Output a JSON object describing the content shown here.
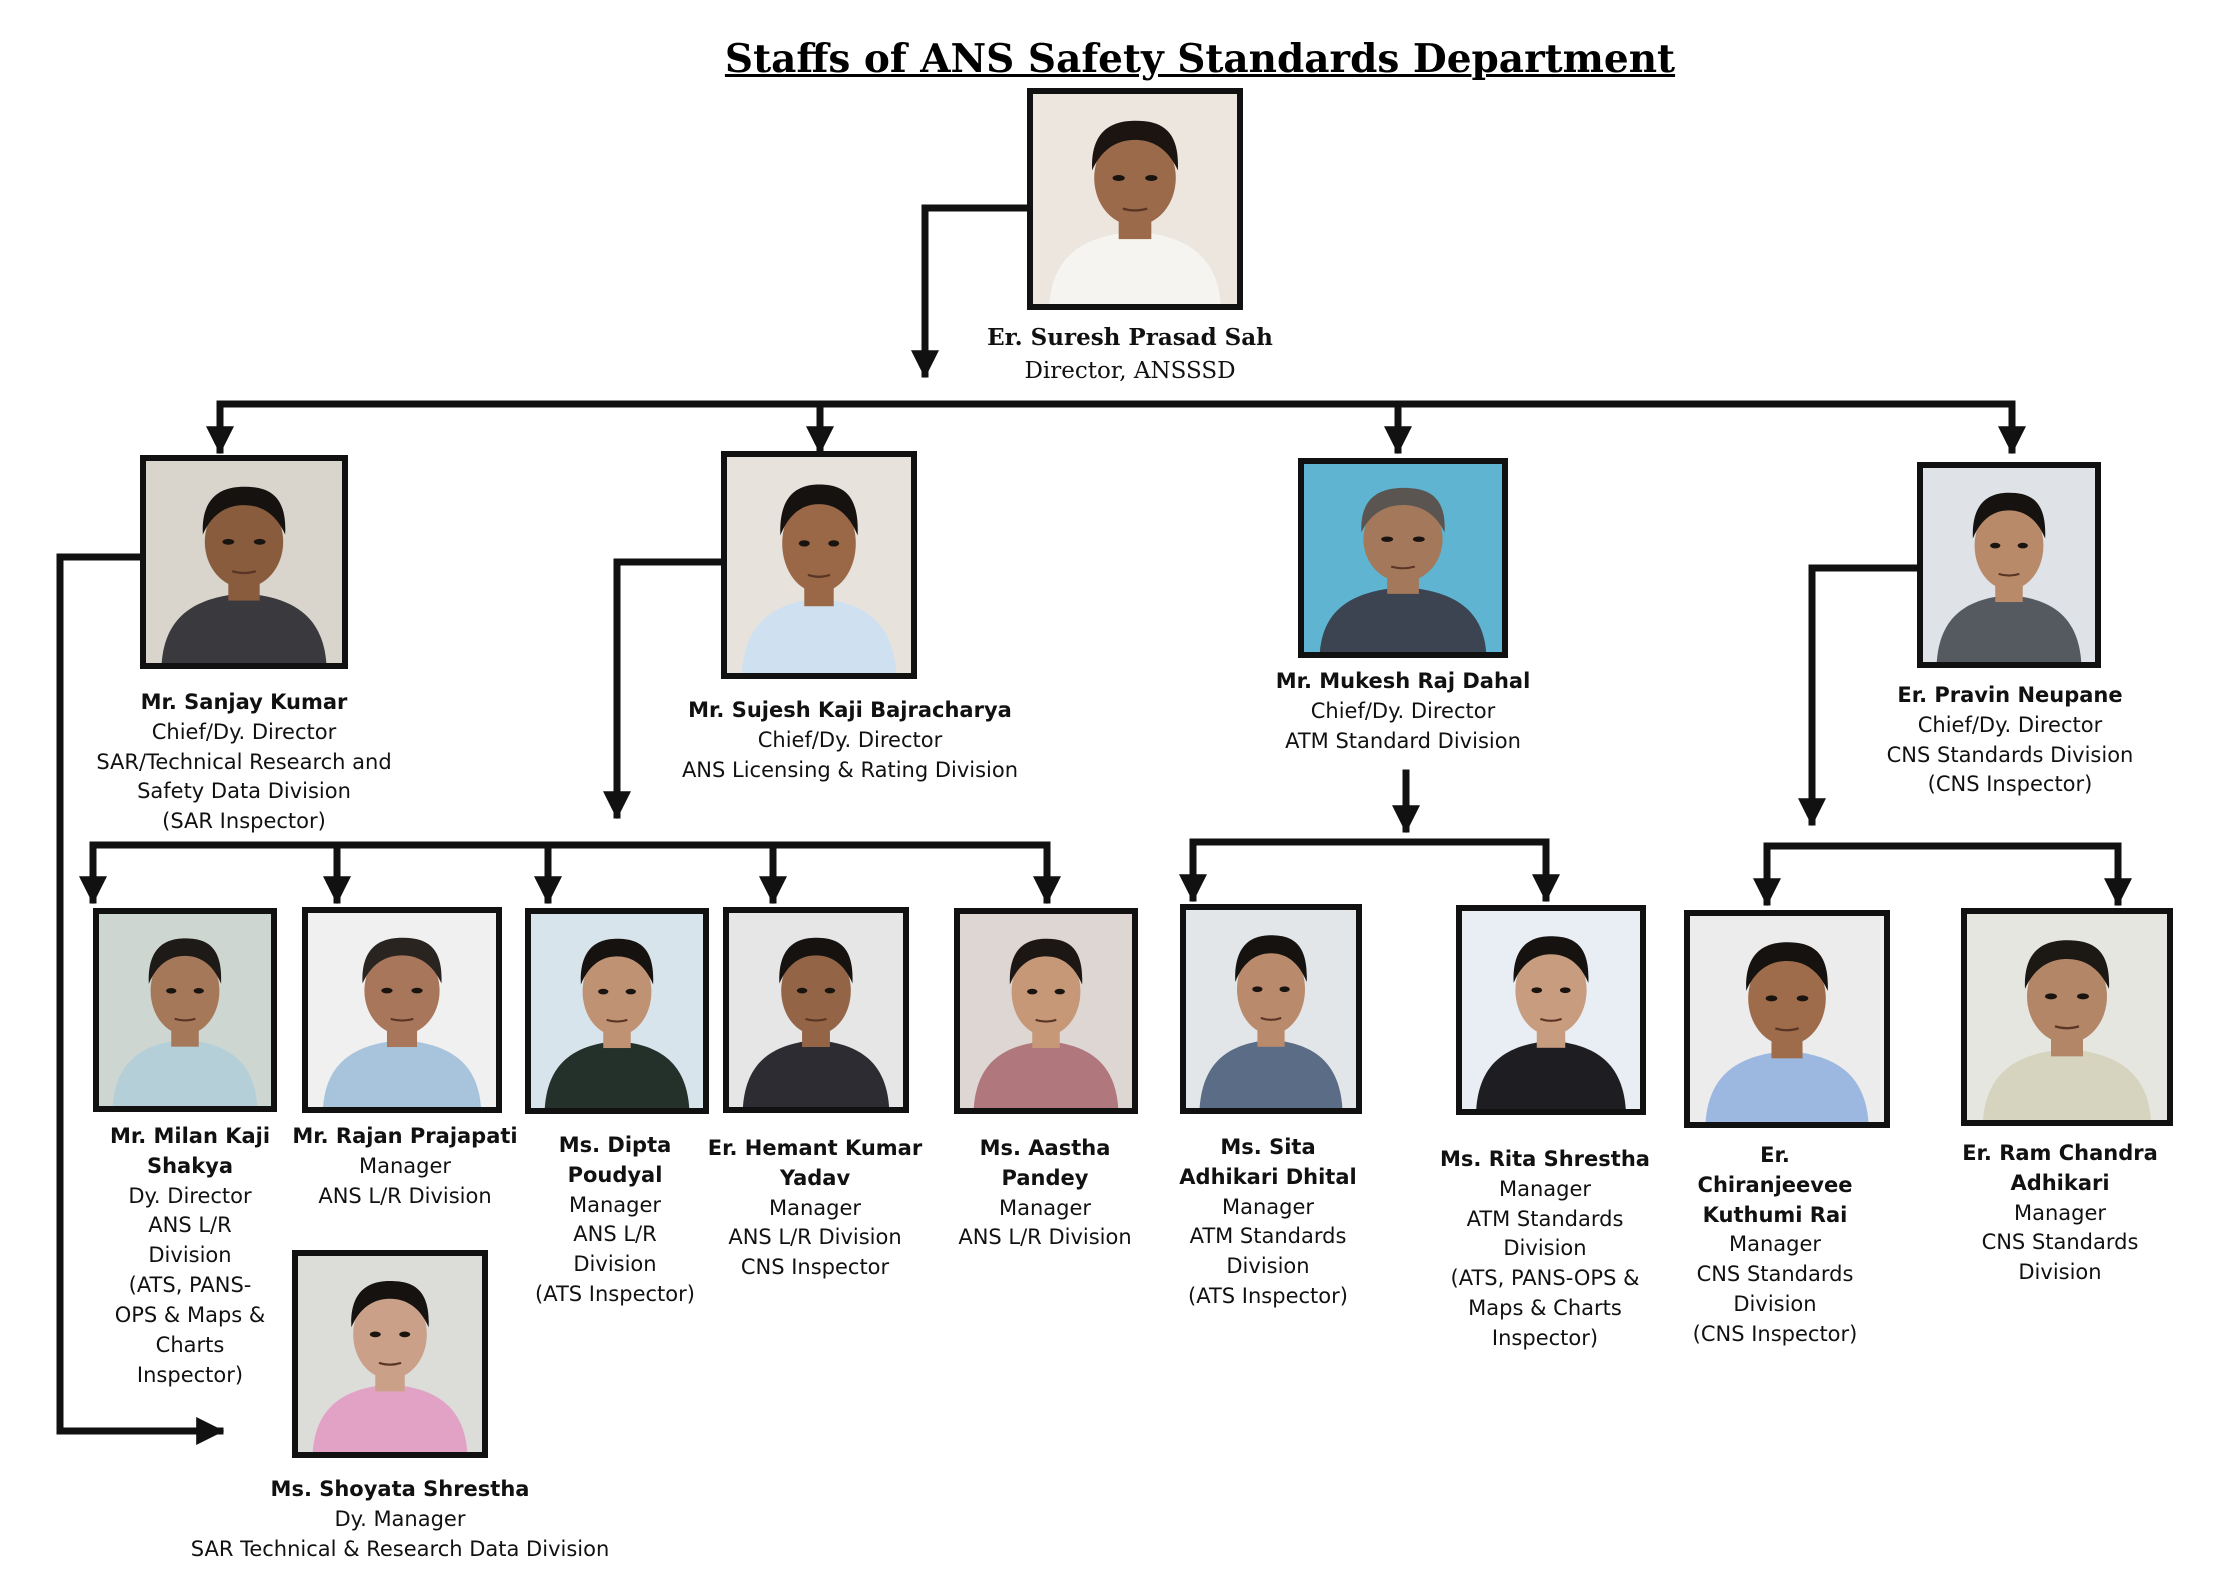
{
  "title": "Staffs of ANS Safety Standards Department",
  "people": [
    {
      "id": "director",
      "name": "Er. Suresh Prasad Sah",
      "lines": [
        "Director, ANSSSD"
      ],
      "bg": "#ece6df",
      "shirt": "#f6f4f0",
      "skin": "#9a6a4a",
      "hair": "#1c1410"
    },
    {
      "id": "sanjay-kumar",
      "name": "Mr. Sanjay Kumar",
      "lines": [
        "Chief/Dy. Director",
        "SAR/Technical Research and",
        "Safety Data Division",
        "(SAR Inspector)"
      ],
      "bg": "#d9d4cc",
      "shirt": "#3a3a3e",
      "skin": "#8a5c3e",
      "hair": "#151210"
    },
    {
      "id": "sujesh-kaji",
      "name": "Mr. Sujesh Kaji Bajracharya",
      "lines": [
        "Chief/Dy. Director",
        "ANS Licensing & Rating Division"
      ],
      "bg": "#e7e3dc",
      "shirt": "#cfe1f0",
      "skin": "#9a6846",
      "hair": "#161210"
    },
    {
      "id": "mukesh-raj",
      "name": "Mr. Mukesh Raj Dahal",
      "lines": [
        "Chief/Dy. Director",
        "ATM Standard Division"
      ],
      "bg": "#5fb4d2",
      "shirt": "#3c4452",
      "skin": "#a4785a",
      "hair": "#5a5550"
    },
    {
      "id": "pravin-neupane",
      "name": "Er. Pravin Neupane",
      "lines": [
        "Chief/Dy. Director",
        "CNS Standards Division",
        "(CNS Inspector)"
      ],
      "bg": "#dfe2e6",
      "shirt": "#555a60",
      "skin": "#b88a6a",
      "hair": "#151210"
    },
    {
      "id": "milan-kaji",
      "name": "Mr. Milan Kaji Shakya",
      "lines": [
        "Dy. Director",
        "ANS L/R",
        "Division",
        "(ATS, PANS-",
        "OPS & Maps &",
        "Charts",
        "Inspector)"
      ],
      "bg": "#cdd6d0",
      "shirt": "#b5cfd8",
      "skin": "#a6785a",
      "hair": "#1d1a18"
    },
    {
      "id": "rajan-prajapati",
      "name": "Mr. Rajan Prajapati",
      "lines": [
        "Manager",
        "ANS L/R Division"
      ],
      "bg": "#f0f0f0",
      "shirt": "#a8c4dc",
      "skin": "#a8765a",
      "hair": "#2a2420"
    },
    {
      "id": "dipta-poudyal",
      "name": "Ms. Dipta Poudyal",
      "lines": [
        "Manager",
        "ANS L/R",
        "Division",
        "(ATS Inspector)"
      ],
      "bg": "#d8e4ec",
      "shirt": "#24302a",
      "skin": "#c09274",
      "hair": "#151210"
    },
    {
      "id": "hemant-kumar",
      "name": "Er. Hemant Kumar Yadav",
      "lines": [
        "Manager",
        "ANS L/R Division",
        "CNS Inspector"
      ],
      "bg": "#e6e6e6",
      "shirt": "#2c2c32",
      "skin": "#946446",
      "hair": "#151210"
    },
    {
      "id": "aastha-pandey",
      "name": "Ms. Aastha Pandey",
      "lines": [
        "Manager",
        "ANS L/R Division"
      ],
      "bg": "#ddd6d2",
      "shirt": "#b0787c",
      "skin": "#c69878",
      "hair": "#1c1614"
    },
    {
      "id": "sita-adhikari",
      "name": "Ms. Sita Adhikari Dhital",
      "lines": [
        "Manager",
        "ATM Standards",
        "Division",
        "(ATS Inspector)"
      ],
      "bg": "#e2e6e8",
      "shirt": "#5a6c86",
      "skin": "#ba8a6c",
      "hair": "#151210"
    },
    {
      "id": "rita-shrestha",
      "name": "Ms. Rita Shrestha",
      "lines": [
        "Manager",
        "ATM Standards",
        "Division",
        "(ATS, PANS-OPS &",
        "Maps & Charts",
        "Inspector)"
      ],
      "bg": "#e8eef4",
      "shirt": "#1e1e22",
      "skin": "#c89c7e",
      "hair": "#151210"
    },
    {
      "id": "chiranjeevee",
      "name": "Er. Chiranjeevee Kuthumi Rai",
      "lines": [
        "Manager",
        "CNS Standards",
        "Division",
        "(CNS Inspector)"
      ],
      "bg": "#ececec",
      "shirt": "#9cb8e0",
      "skin": "#9e6c4a",
      "hair": "#151210"
    },
    {
      "id": "ram-chandra",
      "name": "Er. Ram Chandra Adhikari",
      "lines": [
        "Manager",
        "CNS Standards",
        "Division"
      ],
      "bg": "#e6e6e0",
      "shirt": "#d6d4be",
      "skin": "#b48668",
      "hair": "#1c1814"
    },
    {
      "id": "shoyata-shrestha",
      "name": "Ms. Shoyata Shrestha",
      "lines": [
        "Dy. Manager",
        "SAR Technical & Research Data Division"
      ],
      "bg": "#dcdcd8",
      "shirt": "#e2a2c6",
      "skin": "#caa088",
      "hair": "#151210"
    }
  ]
}
